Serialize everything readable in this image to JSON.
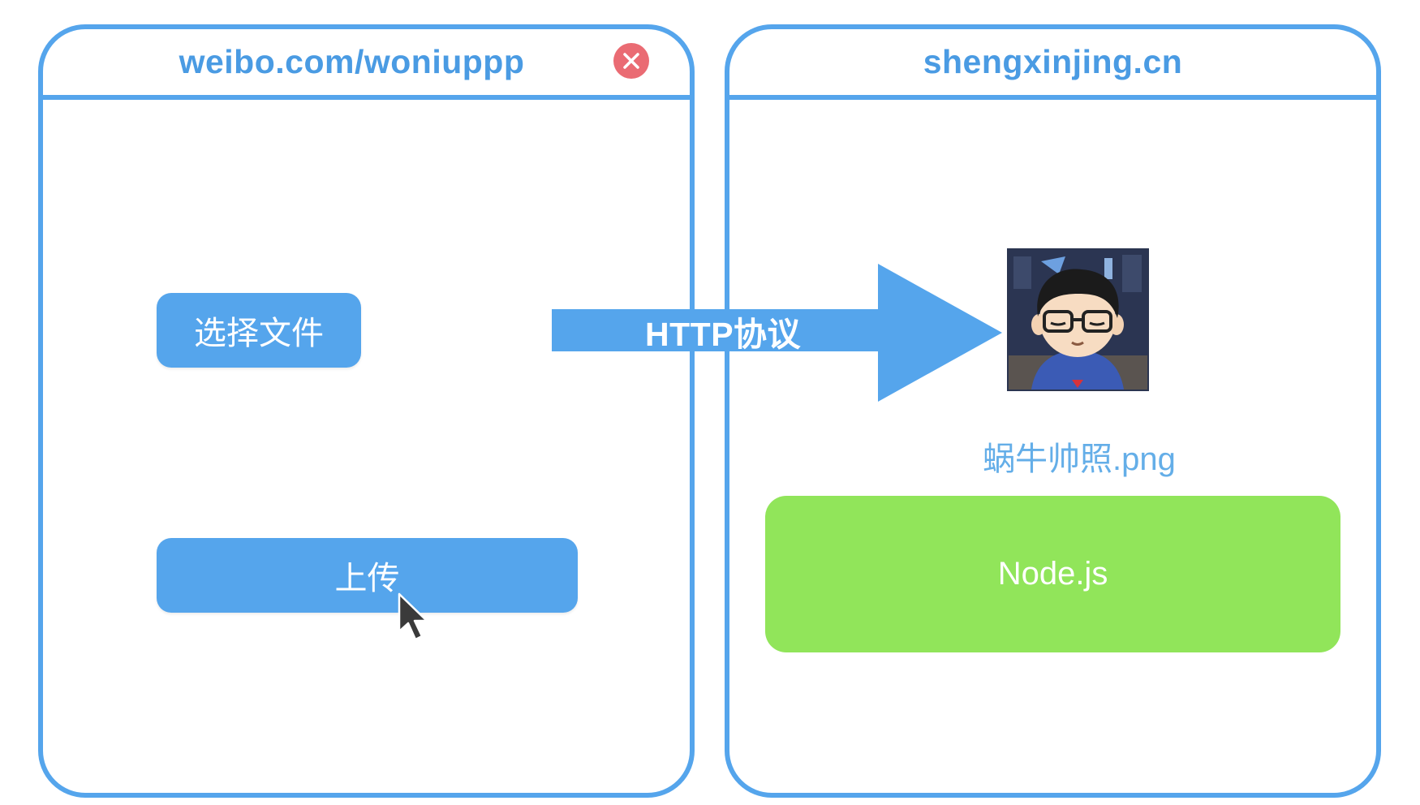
{
  "left_window": {
    "address": "weibo.com/woniuppp",
    "close_icon": "close-icon",
    "choose_file_label": "选择文件",
    "upload_label": "上传"
  },
  "transfer": {
    "protocol_label": "HTTP协议",
    "arrow_icon": "right-arrow"
  },
  "right_window": {
    "address": "shengxinjing.cn",
    "uploaded_image": "cartoon-avatar-image",
    "filename": "蜗牛帅照.png",
    "server_label": "Node.js"
  },
  "colors": {
    "window_border": "#55a5ec",
    "button_blue": "#55a5ec",
    "title_blue": "#4a9be3",
    "close_red": "#ea6b73",
    "node_green": "#91e55a",
    "filename_blue": "#64aee8"
  }
}
